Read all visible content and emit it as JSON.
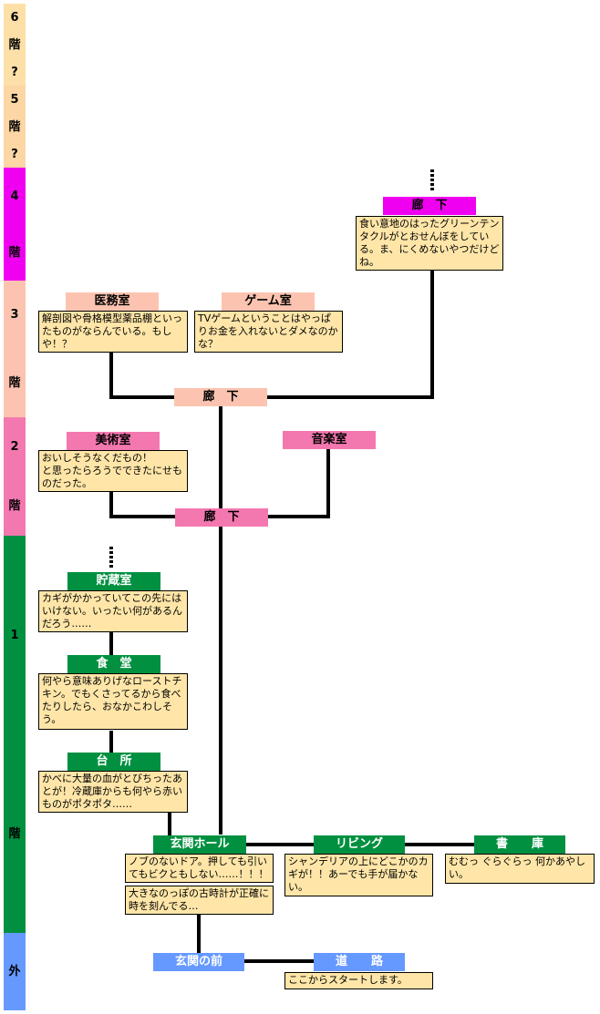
{
  "floors": [
    {
      "key": "6",
      "label": [
        "6",
        "階",
        "?"
      ],
      "color": "#fde0a8"
    },
    {
      "key": "5",
      "label": [
        "5",
        "階",
        "?"
      ],
      "color": "#fcd6a4"
    },
    {
      "key": "4",
      "label": [
        "4",
        "",
        "階"
      ],
      "color": "#f000f0"
    },
    {
      "key": "3",
      "label": [
        "3",
        "",
        "階"
      ],
      "color": "#fcc4b0"
    },
    {
      "key": "2",
      "label": [
        "2",
        "",
        "階"
      ],
      "color": "#f478b0"
    },
    {
      "key": "1",
      "label": [
        "1",
        "",
        "階"
      ],
      "color": "#009040"
    },
    {
      "key": "out",
      "label": [
        "外"
      ],
      "color": "#6699ff"
    }
  ],
  "rooms": {
    "f4_hall": {
      "label": "廊　下",
      "color": "#f000f0"
    },
    "f3_medical": {
      "label": "医務室",
      "color": "#fcc4b0"
    },
    "f3_game": {
      "label": "ゲーム室",
      "color": "#fcc4b0"
    },
    "f3_hall": {
      "label": "廊　下",
      "color": "#fcc4b0"
    },
    "f2_art": {
      "label": "美術室",
      "color": "#f478b0"
    },
    "f2_music": {
      "label": "音楽室",
      "color": "#f478b0"
    },
    "f2_hall": {
      "label": "廊　下",
      "color": "#f478b0"
    },
    "f1_storage": {
      "label": "貯蔵室",
      "color": "#009040"
    },
    "f1_dining": {
      "label": "食　堂",
      "color": "#009040"
    },
    "f1_kitchen": {
      "label": "台　所",
      "color": "#009040"
    },
    "f1_entrance_hall": {
      "label": "玄関ホール",
      "color": "#009040"
    },
    "f1_living": {
      "label": "リビング",
      "color": "#009040"
    },
    "f1_study": {
      "label": "書　　庫",
      "color": "#009040"
    },
    "out_front": {
      "label": "玄関の前",
      "color": "#6699ff"
    },
    "out_road": {
      "label": "道　　路",
      "color": "#6699ff"
    }
  },
  "descriptions": {
    "f4_hall": "食い意地のはったグリーンテンタクルがとおせんぼをしている。ま、にくめないやつだけどね。",
    "f3_medical": "解剖図や骨格模型薬品棚といったものがならんでいる。もしや！？",
    "f3_game": "TVゲームということはやっぱりお金を入れないとダメなのかな？",
    "f2_art": "おいしそうなくだもの！\nと思ったらろうでできたにせものだった。",
    "f1_storage": "カギがかかっていてこの先にはいけない。いったい何があるんだろう……",
    "f1_dining": "何やら意味ありげなローストチキン。でもくさってるから食べたりしたら、おなかこわしそう。",
    "f1_kitchen": "かべに大量の血がとびちったあとが！冷蔵庫からも何やら赤いものがポタポタ……",
    "f1_entrance_a": "ノブのないドア。押しても引いてもビクともしない……！！！",
    "f1_entrance_b": "大きなのっぽの古時計が正確に時を刻んでる…",
    "f1_living": "シャンデリアの上にどこかのカギが！！あーでも手が届かない。",
    "f1_study": "むむっ ぐらぐらっ 何かあやしい。",
    "out_road": "ここからスタートします。"
  }
}
